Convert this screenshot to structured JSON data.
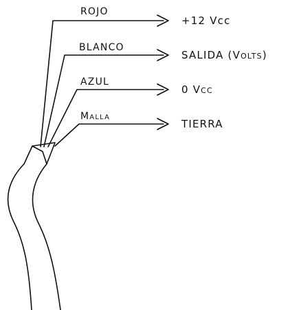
{
  "wires": [
    {
      "color_label": "ROJO",
      "signal": "+12 Vcc"
    },
    {
      "color_label": "BLANCO",
      "signal": "SALIDA (Volts)"
    },
    {
      "color_label": "AZUL",
      "signal": "0 Vcc"
    },
    {
      "color_label": "Malla",
      "signal": "TIERRA"
    }
  ],
  "line_color": "#111111"
}
